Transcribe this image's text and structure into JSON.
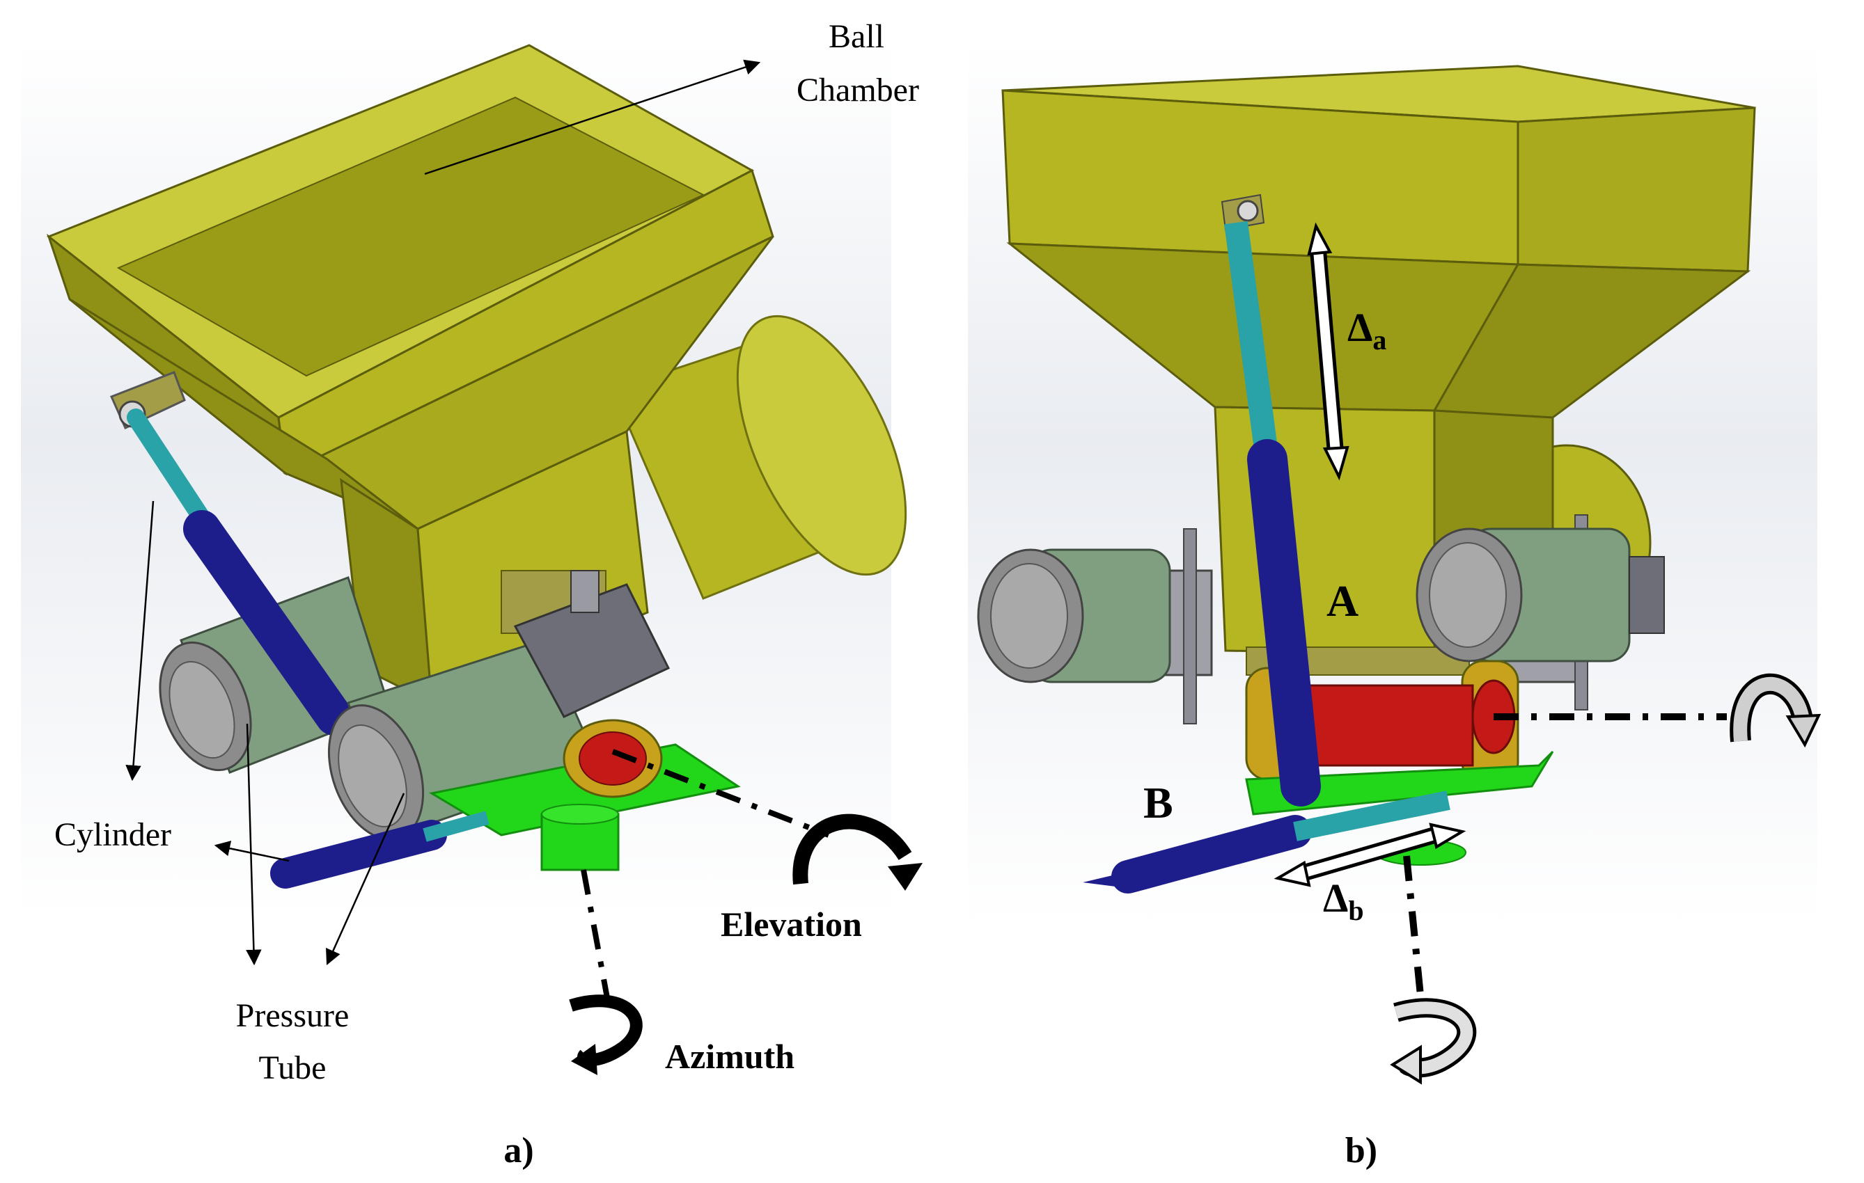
{
  "panel_a": {
    "caption": "a)",
    "labels": {
      "ball_chamber_line1": "Ball",
      "ball_chamber_line2": "Chamber",
      "cylinder": "Cylinder",
      "pressure_tube_line1": "Pressure",
      "pressure_tube_line2": "Tube",
      "elevation": "Elevation",
      "azimuth": "Azimuth"
    }
  },
  "panel_b": {
    "caption": "b)",
    "labels": {
      "delta_a": "Δ",
      "delta_a_sub": "a",
      "delta_b": "Δ",
      "delta_b_sub": "b",
      "point_a": "A",
      "point_b": "B"
    }
  },
  "colors": {
    "hopper": "#b5b622",
    "hopper_dark": "#8f9016",
    "hopper_light": "#c9ca3c",
    "actuator_body": "#1d1e8c",
    "actuator_rod": "#2aa3a8",
    "pressure_tube": "#7f9f80",
    "tube_cap": "#8c8c8c",
    "base_plate": "#22d61a",
    "pivot": "#c41a17",
    "bracket": "#a39d47"
  }
}
